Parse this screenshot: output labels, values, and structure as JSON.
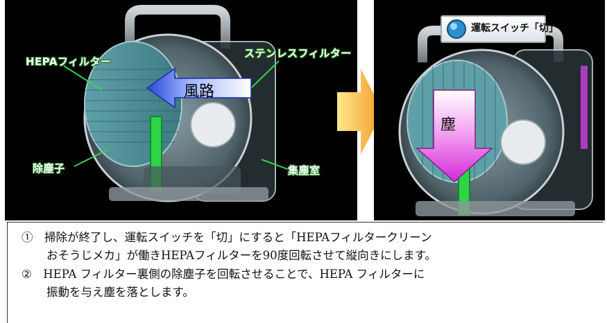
{
  "left_image": {
    "labels": {
      "hepa_filter": "HEPAフィルター",
      "stainless_filter": "ステンレスフィルター",
      "dust_remover": "除塵子",
      "dust_chamber": "集塵室"
    },
    "arrow_text": "風路"
  },
  "right_image": {
    "switch_label": "運転スイッチ「切」",
    "arrow_text": "塵"
  },
  "caption": {
    "line1": "①　掃除が終了し、運転スイッチを「切」にすると「HEPAフィルタークリーン",
    "line2": "おそうじメカ」が働きHEPAフィルターを90度回転させて縦向きにします。",
    "line3": "②　HEPA フィルター裏側の除塵子を回転させることで、HEPA フィルターに",
    "line4": "振動を与え塵を落とします。"
  },
  "colors": {
    "label_glow": "#1a7a1a",
    "airflow_arrow": "#3050e0",
    "dust_arrow": "#e040e0",
    "transition_arrow": "#f5a623"
  }
}
